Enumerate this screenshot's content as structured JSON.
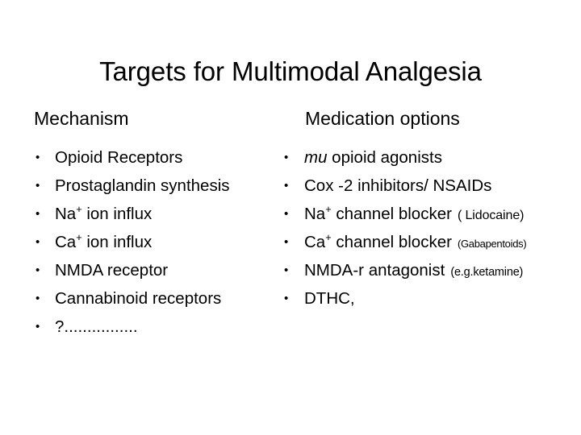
{
  "slide": {
    "title": "Targets for Multimodal Analgesia",
    "background_color": "#ffffff",
    "text_color": "#000000"
  },
  "columns": {
    "left": {
      "header": "Mechanism",
      "items": [
        {
          "text": "Opioid Receptors"
        },
        {
          "text": "Prostaglandin synthesis"
        },
        {
          "prefix": "Na",
          "sup": "+",
          "text": " ion influx"
        },
        {
          "prefix": "Ca",
          "sup": "+",
          "text": " ion influx"
        },
        {
          "text": "NMDA receptor"
        },
        {
          "text": "Cannabinoid receptors"
        },
        {
          "text": "?................"
        }
      ]
    },
    "right": {
      "header": "Medication options",
      "items": [
        {
          "italic": "mu",
          "text": " opioid agonists"
        },
        {
          "text": "Cox -2 inhibitors/ NSAIDs"
        },
        {
          "prefix": "Na",
          "sup": "+",
          "text": " channel blocker",
          "note": "( Lidocaine)"
        },
        {
          "prefix": "Ca",
          "sup": "+",
          "text": "  channel blocker",
          "note": "(Gabapentoids)"
        },
        {
          "text": "NMDA-r antagonist",
          "note": "(e.g.ketamine)"
        },
        {
          "text": "DTHC,"
        }
      ]
    }
  }
}
